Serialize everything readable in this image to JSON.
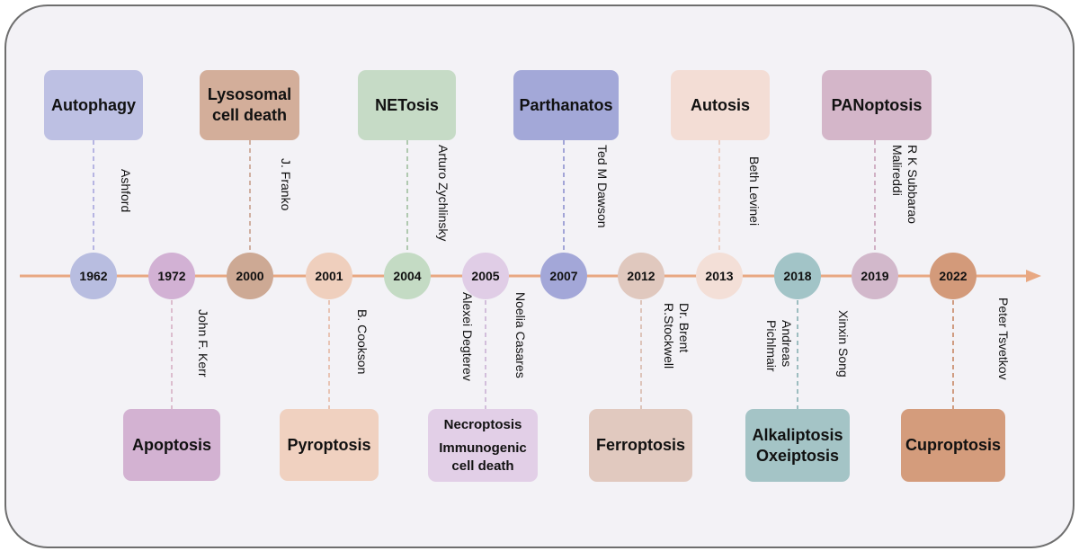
{
  "years": [
    {
      "label": "1962",
      "color": "#b8bde0"
    },
    {
      "label": "1972",
      "color": "#d2b1d4"
    },
    {
      "label": "2000",
      "color": "#cda994"
    },
    {
      "label": "2001",
      "color": "#efcfbd"
    },
    {
      "label": "2004",
      "color": "#c4dbc4"
    },
    {
      "label": "2005",
      "color": "#e0cde6"
    },
    {
      "label": "2007",
      "color": "#a3a7d8"
    },
    {
      "label": "2012",
      "color": "#e0c8be"
    },
    {
      "label": "2013",
      "color": "#f3dfd7"
    },
    {
      "label": "2018",
      "color": "#a2c4c7"
    },
    {
      "label": "2019",
      "color": "#d2b8cb"
    },
    {
      "label": "2022",
      "color": "#d39a7a"
    }
  ],
  "top_events": [
    {
      "lines": [
        "Autophagy"
      ],
      "researchers": [
        "Ashford"
      ],
      "color": "#bdc0e3",
      "connector_color": "#a8a6dc"
    },
    {
      "lines": [
        "Lysosomal",
        "cell death"
      ],
      "researchers": [
        "J. Franko"
      ],
      "color": "#d3ae9a",
      "connector_color": "#c8a08c"
    },
    {
      "lines": [
        "NETosis"
      ],
      "researchers": [
        "Arturo Zychlinsky"
      ],
      "color": "#c6dbc6",
      "connector_color": "#9fbf9f"
    },
    {
      "lines": [
        "Parthanatos"
      ],
      "researchers": [
        "Ted M Dawson"
      ],
      "color": "#a3a8d8",
      "connector_color": "#8e92cf"
    },
    {
      "lines": [
        "Autosis"
      ],
      "researchers": [
        "Beth Levinei"
      ],
      "color": "#f3ddd5",
      "connector_color": "#e9c8bb"
    },
    {
      "lines": [
        "PANoptosis"
      ],
      "researchers": [
        "R K Subbarao",
        "Malireddi"
      ],
      "color": "#d4b6c9",
      "connector_color": "#c79fb7"
    }
  ],
  "bottom_events": [
    {
      "lines": [
        "Apoptosis"
      ],
      "researchers": [
        [
          "John F. Kerr"
        ]
      ],
      "color": "#d3b2d2",
      "connector_color": "#d6b0c4"
    },
    {
      "lines": [
        "Pyroptosis"
      ],
      "researchers": [
        [
          "B. Cookson"
        ]
      ],
      "color": "#f0d1c0",
      "connector_color": "#e6b9a4"
    },
    {
      "lines": [
        "Necroptosis",
        "Immunogenic",
        "cell death"
      ],
      "researchers": [
        [
          "Alexei Degterev"
        ],
        [
          "Noelia Casares"
        ]
      ],
      "color": "#e2cfe7",
      "connector_color": "#cbb2d4"
    },
    {
      "lines": [
        "Ferroptosis"
      ],
      "researchers": [
        [
          "Dr. Brent",
          "R.Stockwell"
        ]
      ],
      "color": "#e1c9bf",
      "connector_color": "#d8b8ab"
    },
    {
      "lines": [
        "Alkaliptosis",
        "Oxeiptosis"
      ],
      "researchers": [
        [
          "Andreas",
          "Pichlmair"
        ],
        [
          "Xinxin Song"
        ]
      ],
      "color": "#a4c4c6",
      "connector_color": "#88b0b3"
    },
    {
      "lines": [
        "Cuproptosis"
      ],
      "researchers": [
        [
          "Peter Tsvetkov"
        ]
      ],
      "color": "#d49c7c",
      "connector_color": "#c88866"
    }
  ],
  "axis_color": "#e8a882"
}
